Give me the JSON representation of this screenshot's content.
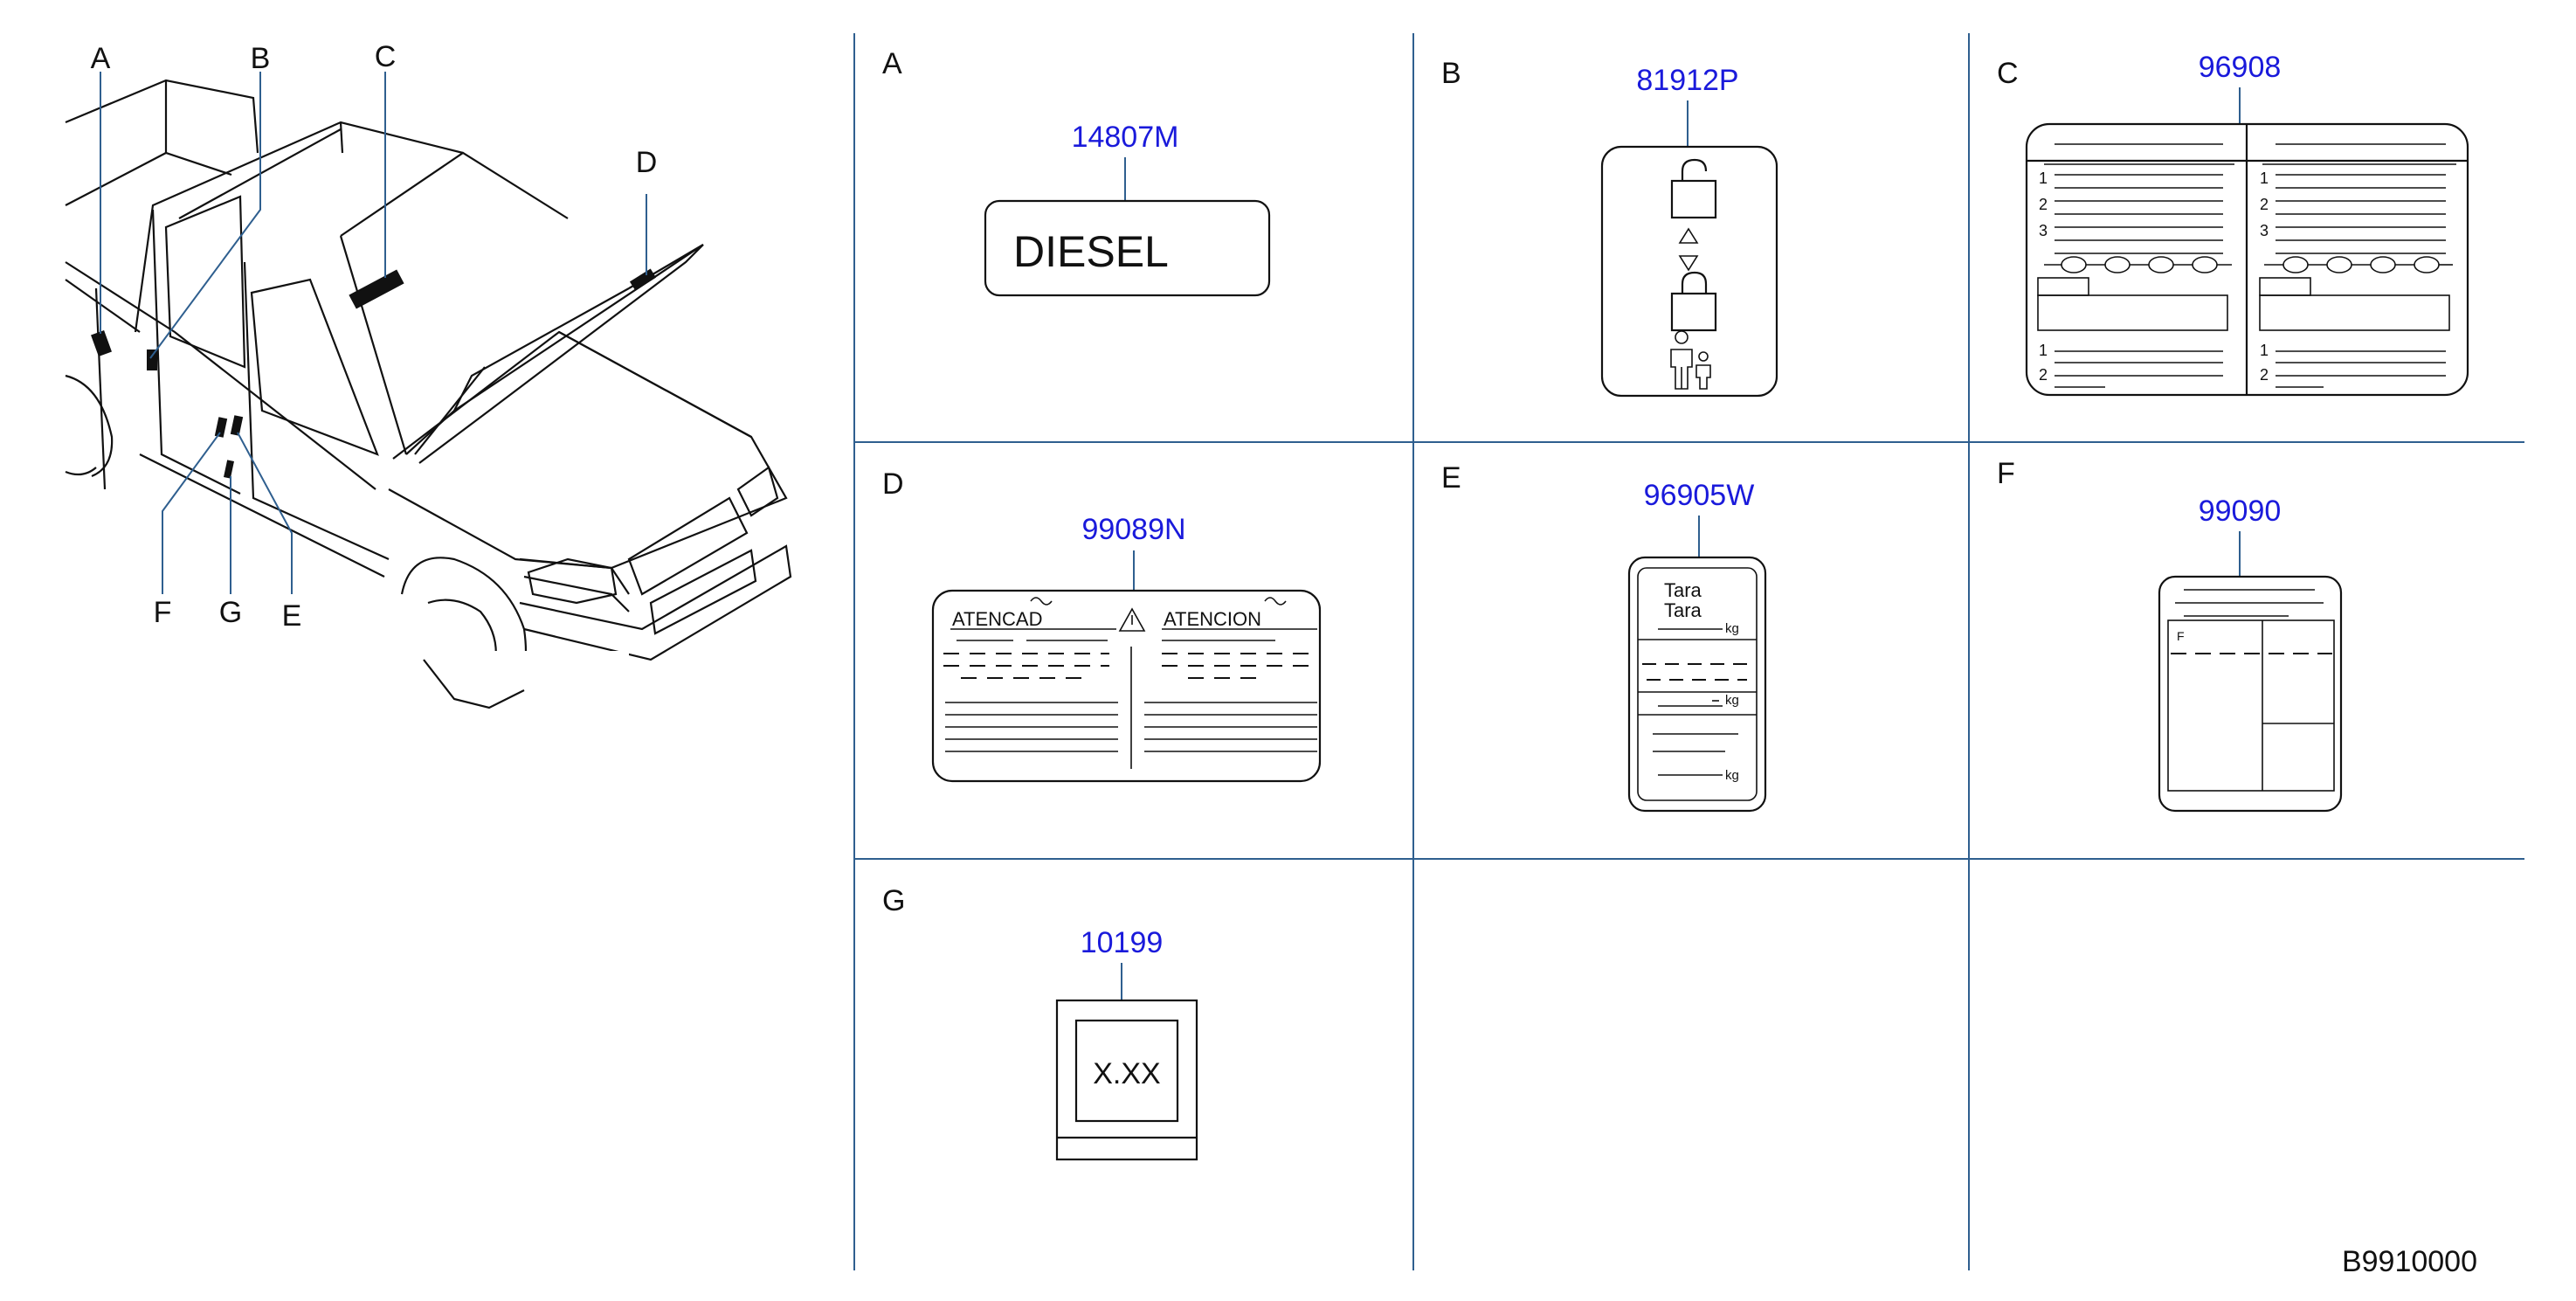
{
  "vehicle": {
    "callouts": [
      "A",
      "B",
      "C",
      "D",
      "E",
      "F",
      "G"
    ]
  },
  "panels": [
    {
      "letter": "A",
      "part_number": "14807M",
      "text": "DIESEL"
    },
    {
      "letter": "B",
      "part_number": "81912P"
    },
    {
      "letter": "C",
      "part_number": "96908",
      "row_numbers": [
        "1",
        "2",
        "3",
        "1",
        "2"
      ]
    },
    {
      "letter": "D",
      "part_number": "99089N",
      "header_left": "ATENCAD",
      "header_right": "ATENCION"
    },
    {
      "letter": "E",
      "part_number": "96905W",
      "tara_1": "Tara",
      "tara_2": "Tara",
      "unit": "kg"
    },
    {
      "letter": "F",
      "part_number": "99090",
      "mark": "F"
    },
    {
      "letter": "G",
      "part_number": "10199",
      "text": "X.XX"
    }
  ],
  "diagram_code": "B9910000",
  "colors": {
    "part_number": "#1a1adb",
    "leader": "#2f5f8f",
    "line": "#111111"
  },
  "icons": [
    "unlock-icon",
    "lock-icon",
    "child-icon",
    "warning-icon"
  ]
}
